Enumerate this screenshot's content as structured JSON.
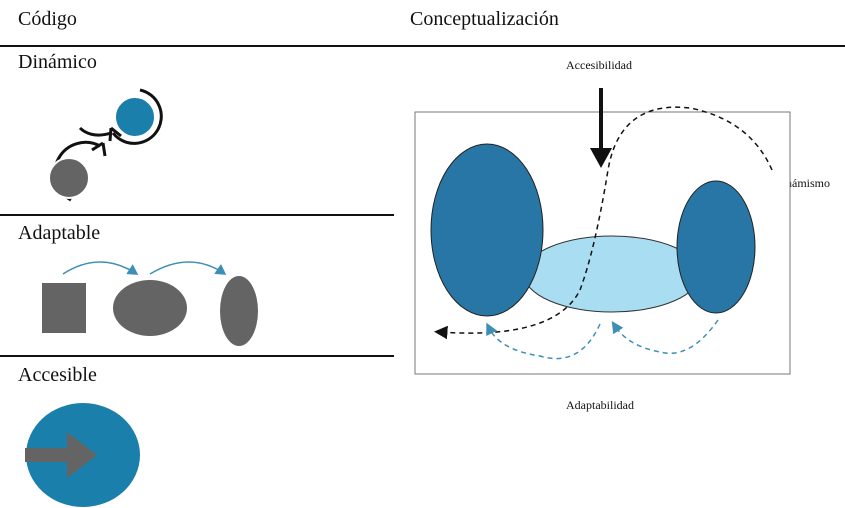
{
  "headers": {
    "code": "Código",
    "concept": "Conceptualización"
  },
  "rows": [
    {
      "label": "Dinámico",
      "icon": "cycle-icon"
    },
    {
      "label": "Adaptable",
      "icon": "shape-transform-icon"
    },
    {
      "label": "Accesible",
      "icon": "enter-arrow-icon"
    }
  ],
  "diagram": {
    "top_label": "Accesibilidad",
    "right_label": "Dinámismo",
    "bottom_label": "Adaptabilidad"
  },
  "colors": {
    "dark_blue": "#2876a6",
    "light_blue": "#a9def2",
    "teal": "#1b7fab",
    "gray": "#646464",
    "arrow_blue": "#3e8fb5"
  }
}
